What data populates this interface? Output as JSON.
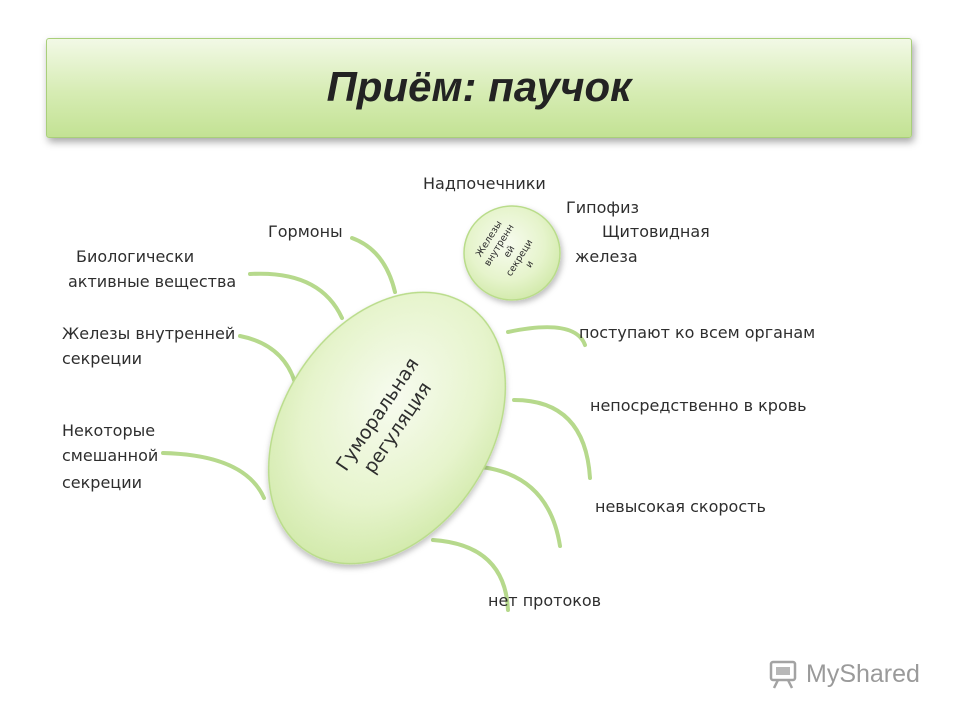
{
  "title": "Приём: паучок",
  "body_label": "Гуморальная регуляция",
  "head_label": [
    "Железы",
    "внутренн",
    "ей",
    "секреци",
    "и"
  ],
  "labels": {
    "nadpochechniki": "Надпочечники",
    "gipofiz": "Гипофиз",
    "gormony": "Гормоны",
    "shchitovidnaya": "Щитовидная",
    "zheleza": "железа",
    "biologicheski": "Биологически",
    "aktivnye": "активные вещества",
    "zhelezy_vnutrenney": "Железы внутренней",
    "sekretsii_1": "секреции",
    "nekotorye": "Некоторые",
    "smeshannoy": "смешанной",
    "sekretsii_2": "секреции",
    "postupayut": "поступают ко всем органам",
    "neposredstvenno": "непосредственно  в кровь",
    "nevysokaya": "невысокая скорость",
    "net_protokov": "нет протоков"
  },
  "watermark": "MyShared",
  "colors": {
    "title_fill": "#d6ecb3",
    "spider_fill": "#e6f4cc",
    "spider_stroke": "#b9dc8a",
    "leg_stroke": "#b6d98c"
  }
}
